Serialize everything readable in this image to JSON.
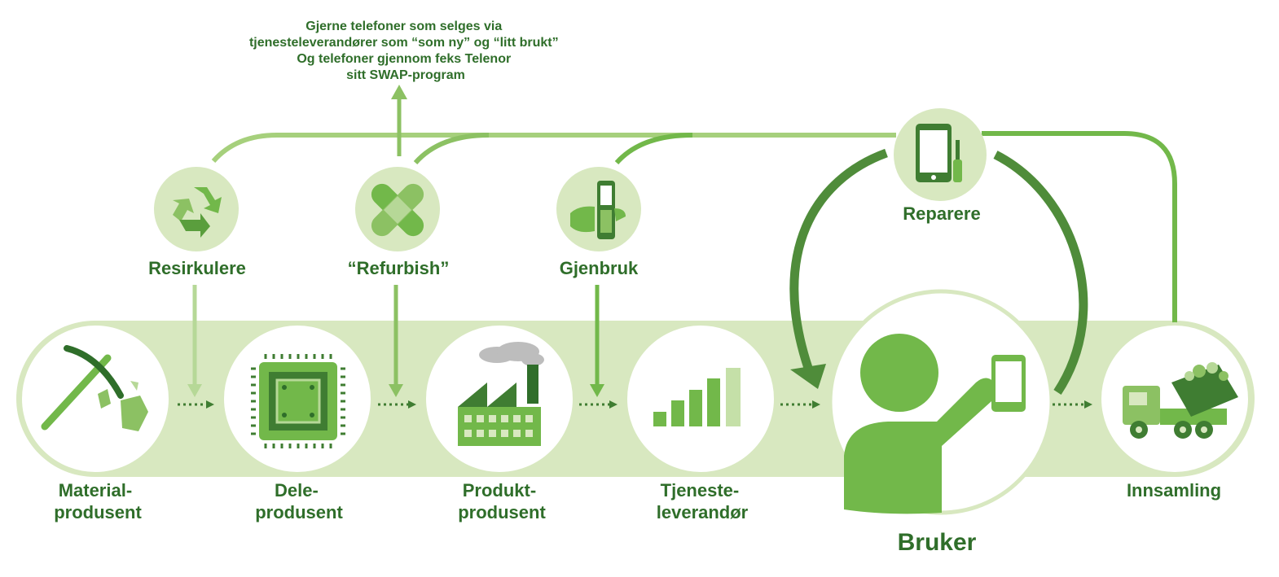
{
  "note": {
    "lines": [
      "Gjerne telefoner som selges via",
      "tjenesteleverandører som “som ny” og “litt brukt”",
      "Og telefoner gjennom feks Telenor",
      "sitt SWAP-program"
    ]
  },
  "loops": {
    "recycle": "Resirkulere",
    "refurbish": "“Refurbish”",
    "reuse": "Gjenbruk",
    "repair": "Reparere"
  },
  "chain": {
    "material": [
      "Material-",
      "produsent"
    ],
    "component": [
      "Dele-",
      "produsent"
    ],
    "product": [
      "Produkt-",
      "produsent"
    ],
    "service": [
      "Tjeneste-",
      "leverandør"
    ],
    "user": "Bruker",
    "collection": "Innsamling"
  },
  "colors": {
    "dark_green": "#2f6e2a",
    "mid_green": "#5a9e3d",
    "bright_green": "#72b84a",
    "light_green": "#a6d07c",
    "pale_green": "#d8e8c0",
    "circle_bg": "#dde9cc"
  }
}
